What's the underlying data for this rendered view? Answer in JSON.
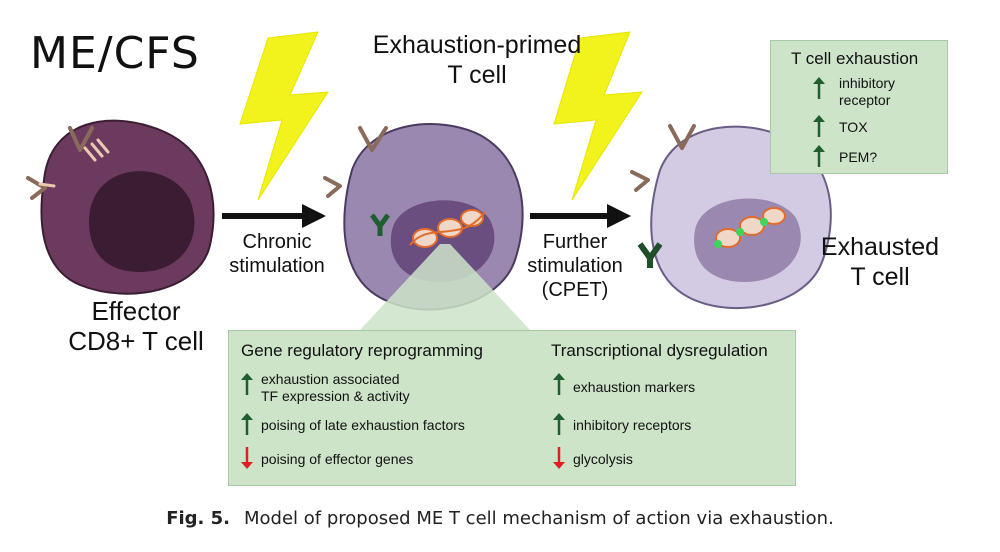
{
  "title": "ME/CFS",
  "cells": {
    "effector": "Effector\nCD8+ T cell",
    "primed": "Exhaustion-primed\nT cell",
    "exhausted": "Exhausted\nT cell"
  },
  "steps": {
    "chronic": "Chronic\nstimulation",
    "further": "Further\nstimulation\n(CPET)"
  },
  "exhaustion_box": {
    "title": "T cell exhaustion",
    "items": [
      {
        "text": "inhibitory\nreceptor",
        "direction": "up"
      },
      {
        "text": "TOX",
        "direction": "up"
      },
      {
        "text": "PEM?",
        "direction": "up"
      }
    ]
  },
  "detail_box": {
    "left_title": "Gene regulatory reprogramming",
    "left_items": [
      {
        "text": "exhaustion associated\nTF expression & activity",
        "direction": "up"
      },
      {
        "text": "poising of late exhaustion factors",
        "direction": "up"
      },
      {
        "text": "poising of effector genes",
        "direction": "down"
      }
    ],
    "right_title": "Transcriptional dysregulation",
    "right_items": [
      {
        "text": "exhaustion markers",
        "direction": "up"
      },
      {
        "text": "inhibitory receptors",
        "direction": "up"
      },
      {
        "text": "glycolysis",
        "direction": "down"
      }
    ]
  },
  "caption": {
    "label": "Fig. 5.",
    "text": "Model of proposed ME T cell mechanism of action via exhaustion."
  },
  "colors": {
    "up_arrow": "#1f5f2f",
    "down_arrow": "#e02020",
    "box_fill": "#cde4c9",
    "lightning": "#f2f21c",
    "effector_cell": "#6b3a5e",
    "primed_cell": "#9b88b0",
    "exhausted_cell": "#d3cbe3"
  }
}
